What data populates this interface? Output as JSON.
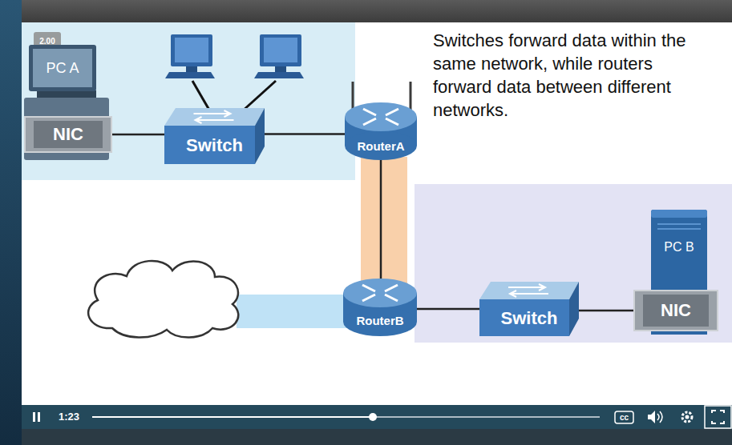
{
  "diagram": {
    "nodes": [
      {
        "text": [
          "PC A"
        ]
      },
      {
        "text": [
          "NIC"
        ]
      },
      {
        "text": [
          "Switch"
        ]
      },
      {
        "text": [
          "RouterA"
        ]
      },
      {
        "text": [
          "RouterB"
        ]
      },
      {
        "text": [
          "Switch"
        ]
      },
      {
        "text": [
          "PC B"
        ]
      },
      {
        "text": [
          "NIC"
        ]
      }
    ],
    "edges": [
      {
        "from": 1,
        "to": 2,
        "arrow": "none"
      },
      {
        "from": 2,
        "to": 3,
        "arrow": "none"
      },
      {
        "from": 3,
        "to": 4,
        "arrow": "none"
      },
      {
        "from": 4,
        "to": 5,
        "arrow": "none"
      },
      {
        "from": 5,
        "to": 7,
        "arrow": "none"
      }
    ],
    "labels": [
      "Switches forward data within the same network, while routers forward data between different networks.",
      "2.00",
      "1:23",
      "cc"
    ]
  }
}
